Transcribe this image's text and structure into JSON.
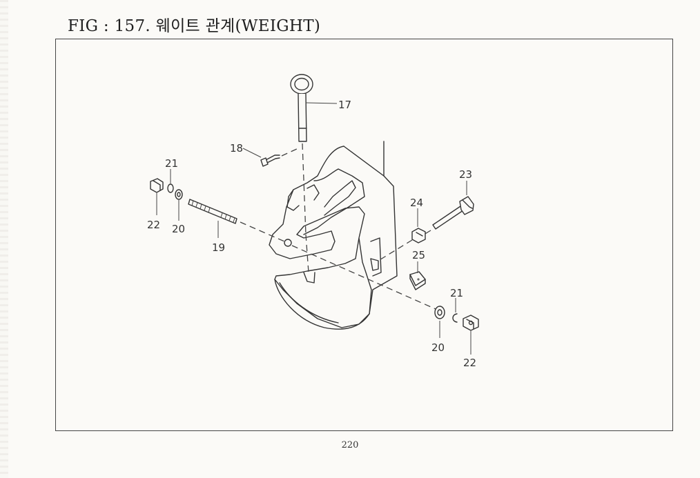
{
  "title": "FIG : 157. 웨이트 관계(WEIGHT)",
  "page_number": "220",
  "part_labels": [
    {
      "id": "p17",
      "text": "17"
    },
    {
      "id": "p18",
      "text": "18"
    },
    {
      "id": "p21a",
      "text": "21"
    },
    {
      "id": "p22a",
      "text": "22"
    },
    {
      "id": "p20a",
      "text": "20"
    },
    {
      "id": "p19",
      "text": "19"
    },
    {
      "id": "p23",
      "text": "23"
    },
    {
      "id": "p24",
      "text": "24"
    },
    {
      "id": "p25",
      "text": "25"
    },
    {
      "id": "p21b",
      "text": "21"
    },
    {
      "id": "p20b",
      "text": "20"
    },
    {
      "id": "p22b",
      "text": "22"
    }
  ]
}
